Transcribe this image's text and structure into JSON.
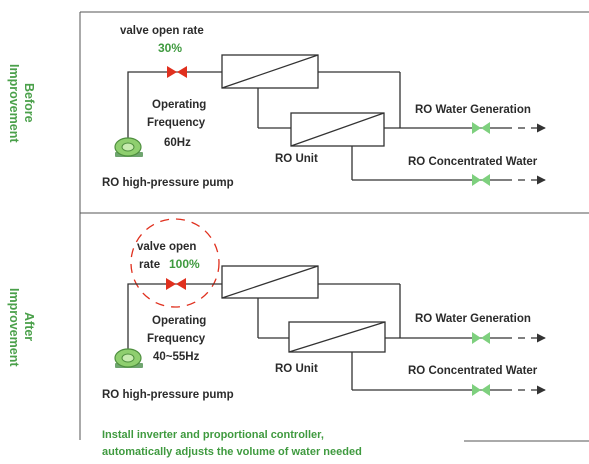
{
  "before": {
    "side_label_1": "Before",
    "side_label_2": "Improvement",
    "valve_label": "valve open rate",
    "valve_value": "30%",
    "freq_line1": "Operating",
    "freq_line2": "Frequency",
    "freq_value": "60Hz",
    "ro_unit": "RO Unit",
    "pump": "RO high-pressure pump",
    "water_gen": "RO Water Generation",
    "conc_water": "RO Concentrated Water"
  },
  "after": {
    "side_label_1": "After",
    "side_label_2": "Improvement",
    "valve_label_1": "valve open",
    "valve_label_2": "rate",
    "valve_value": "100%",
    "freq_line1": "Operating",
    "freq_line2": "Frequency",
    "freq_value": "40~55Hz",
    "ro_unit": "RO Unit",
    "pump": "RO high-pressure pump",
    "water_gen": "RO Water Generation",
    "conc_water": "RO Concentrated Water"
  },
  "footer": {
    "line1": "Install inverter and proportional controller,",
    "line2": "automatically adjusts the volume of water needed"
  },
  "colors": {
    "accent_green": "#4aa04a",
    "valve_red": "#e0301e",
    "valve_green": "#7ed07e",
    "line": "#333333"
  }
}
